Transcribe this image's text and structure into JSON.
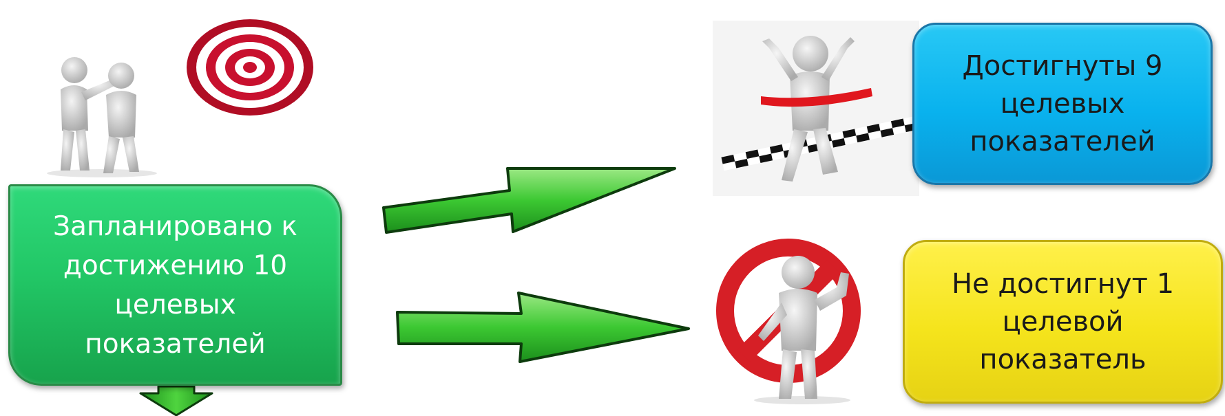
{
  "planned": {
    "lines": [
      "Запланировано к",
      "достижению 10",
      "целевых",
      "показателей"
    ]
  },
  "achieved": {
    "lines": [
      "Достигнуты 9",
      "целевых",
      "показателей"
    ]
  },
  "not_achieved": {
    "lines": [
      "Не достигнут 1",
      "целевой показатель"
    ]
  },
  "icons": [
    "people-pointing-icon",
    "target-icon",
    "finish-line-runner-icon",
    "prohibition-sign-icon",
    "arrow-right-icon",
    "arrow-down-icon"
  ],
  "colors": {
    "green": "#22c766",
    "blue": "#09b2ee",
    "yellow": "#f5e41c",
    "arrow_green": "#3cc832",
    "target_red": "#c8102e"
  }
}
